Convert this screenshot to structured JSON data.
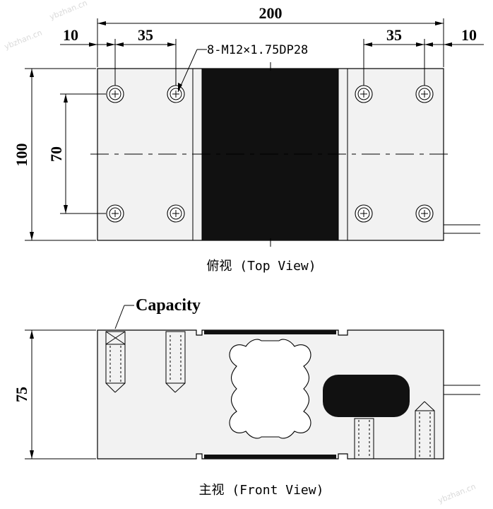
{
  "top_view": {
    "dims": {
      "overall_length": "200",
      "left_edge": "10",
      "left_spacing": "35",
      "right_spacing": "35",
      "right_edge": "10",
      "overall_width": "100",
      "hole_spacing": "70"
    },
    "hole_note": "8-M12×1.75DP28",
    "caption": "俯视 (Top View)"
  },
  "front_view": {
    "height_dim": "75",
    "capacity_label": "Capacity",
    "caption": "主视 (Front View)"
  },
  "watermarks": [
    "ybzhan.cn",
    "ybzhan.cn",
    "ybzhan.cn"
  ],
  "colors": {
    "ink": "#000000",
    "body": "#f2f2f2",
    "pad": "#111111"
  }
}
